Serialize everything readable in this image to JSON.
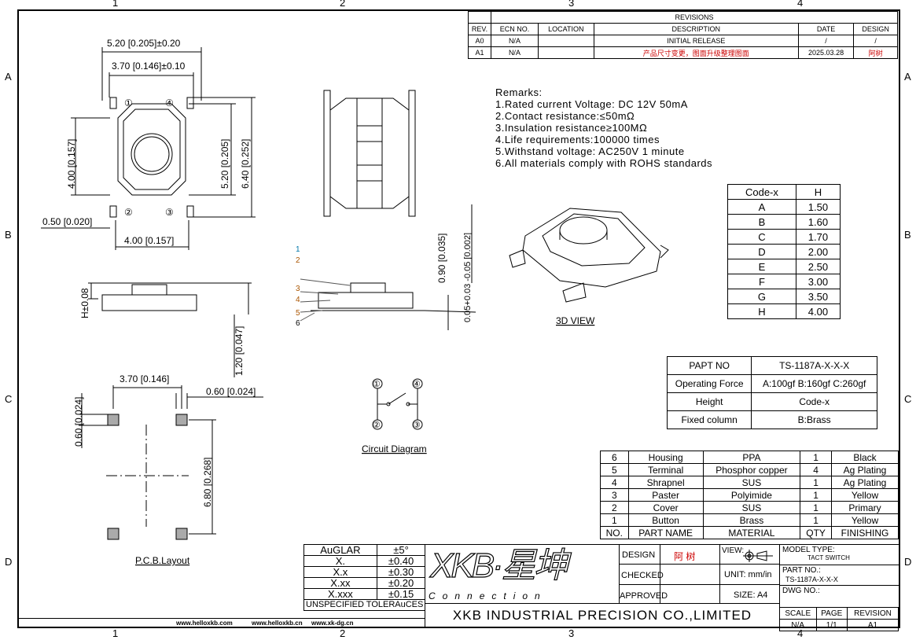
{
  "zones": {
    "cols": [
      "1",
      "2",
      "3",
      "4"
    ],
    "rows": [
      "A",
      "B",
      "C",
      "D"
    ]
  },
  "revisions": {
    "title": "REVISIONS",
    "headers": [
      "REV.",
      "ECN NO.",
      "LOCATION",
      "DESCRIPTION",
      "DATE",
      "DESIGN"
    ],
    "rows": [
      [
        "A0",
        "N/A",
        "",
        "INITIAL RELEASE",
        "/",
        "/"
      ],
      [
        "A1",
        "N/A",
        "",
        "产品尺寸变更，图面升级整理图面",
        "2025.03.28",
        "阿树"
      ]
    ]
  },
  "remarks": {
    "title": "Remarks:",
    "items": [
      "1.Rated current Voltage: DC 12V 50mA",
      "2.Contact resistance:≤50mΩ",
      "3.Insulation resistance≥100MΩ",
      "4.Life requirements:100000 times",
      "5.Withstand voltage: AC250V 1 minute",
      "6.All materials comply with ROHS standards"
    ]
  },
  "height_table": {
    "headers": [
      "Code-x",
      "H"
    ],
    "rows": [
      [
        "A",
        "1.50"
      ],
      [
        "B",
        "1.60"
      ],
      [
        "C",
        "1.70"
      ],
      [
        "D",
        "2.00"
      ],
      [
        "E",
        "2.50"
      ],
      [
        "F",
        "3.00"
      ],
      [
        "G",
        "3.50"
      ],
      [
        "H",
        "4.00"
      ]
    ]
  },
  "part_table": {
    "rows": [
      [
        "PAPT NO",
        "TS-1187A-X-X-X"
      ],
      [
        "Operating Force",
        "A:100gf B:160gf C:260gf"
      ],
      [
        "Height",
        "Code-x"
      ],
      [
        "Fixed column",
        "B:Brass"
      ]
    ]
  },
  "materials": {
    "rows": [
      [
        "6",
        "Housing",
        "PPA",
        "1",
        "Black"
      ],
      [
        "5",
        "Terminal",
        "Phosphor copper",
        "4",
        "Ag Plating"
      ],
      [
        "4",
        "Shrapnel",
        "SUS",
        "1",
        "Ag Plating"
      ],
      [
        "3",
        "Paster",
        "Polyimide",
        "1",
        "Yellow"
      ],
      [
        "2",
        "Cover",
        "SUS",
        "1",
        "Primary"
      ],
      [
        "1",
        "Button",
        "Brass",
        "1",
        "Yellow"
      ]
    ],
    "headers": [
      "NO.",
      "PART NAME",
      "MATERIAL",
      "QTY",
      "FINISHING"
    ]
  },
  "dims": {
    "top_w": "5.20 [0.205]±0.20",
    "inner_w": "3.70 [0.146]±0.10",
    "left_h": "4.00 [0.157]",
    "mid_h": "5.20 [0.205]",
    "right_h": "6.40 [0.252]",
    "pin_w": "0.50 [0.020]",
    "bottom_w": "4.00 [0.157]",
    "side_h": "H±0.08",
    "side_a": "0.90 [0.035]",
    "side_b": "0.05+0.03 -0.05 [0.002]",
    "pcb_spacing": "3.70 [0.146]",
    "pcb_pad": "0.60 [0.024]",
    "pcb_pad_h": "0.60 [0.024]",
    "pcb_v": "1.20 [0.047]",
    "pcb_h": "6.80 [0.268]"
  },
  "pins": [
    "①",
    "②",
    "③",
    "④"
  ],
  "callouts": [
    "1",
    "2",
    "3",
    "4",
    "5",
    "6"
  ],
  "labels": {
    "view3d": "3D VIEW",
    "circuit": "Circuit Diagram",
    "pcb": "P.C.B.Layout"
  },
  "tolerances": {
    "rows": [
      [
        "AuGLAR",
        "±5°"
      ],
      [
        "X.",
        "±0.40"
      ],
      [
        "X.x",
        "±0.30"
      ],
      [
        "X.xx",
        "±0.20"
      ],
      [
        "X.xxx",
        "±0.15"
      ]
    ],
    "footer": "UNSPECIFIED TOLERAuCES"
  },
  "websites": [
    "www.helloxkb.com",
    "www.helloxkb.cn",
    "www.xk-dg.cn"
  ],
  "title_block": {
    "logo": "XKB·星坤",
    "logo_sub": "Connection",
    "company": "XKB INDUSTRIAL PRECISION CO.,LIMITED",
    "design_label": "DESIGN",
    "designer": "阿 树",
    "checked_label": "CHECKED",
    "approved_label": "APPROVED",
    "view_label": "VIEW:",
    "unit": "UNIT: mm/in",
    "size": "SIZE: A4",
    "model_label": "MODEL TYPE:",
    "model": "TACT SWITCH",
    "part_label": "PART NO.:",
    "part": "TS-1187A-X-X-X",
    "dwg_label": "DWG NO.:",
    "scale_label": "SCALE",
    "scale": "N/A",
    "page_label": "PAGE",
    "page": "1/1",
    "revision_label": "REVISION",
    "revision": "A1"
  }
}
